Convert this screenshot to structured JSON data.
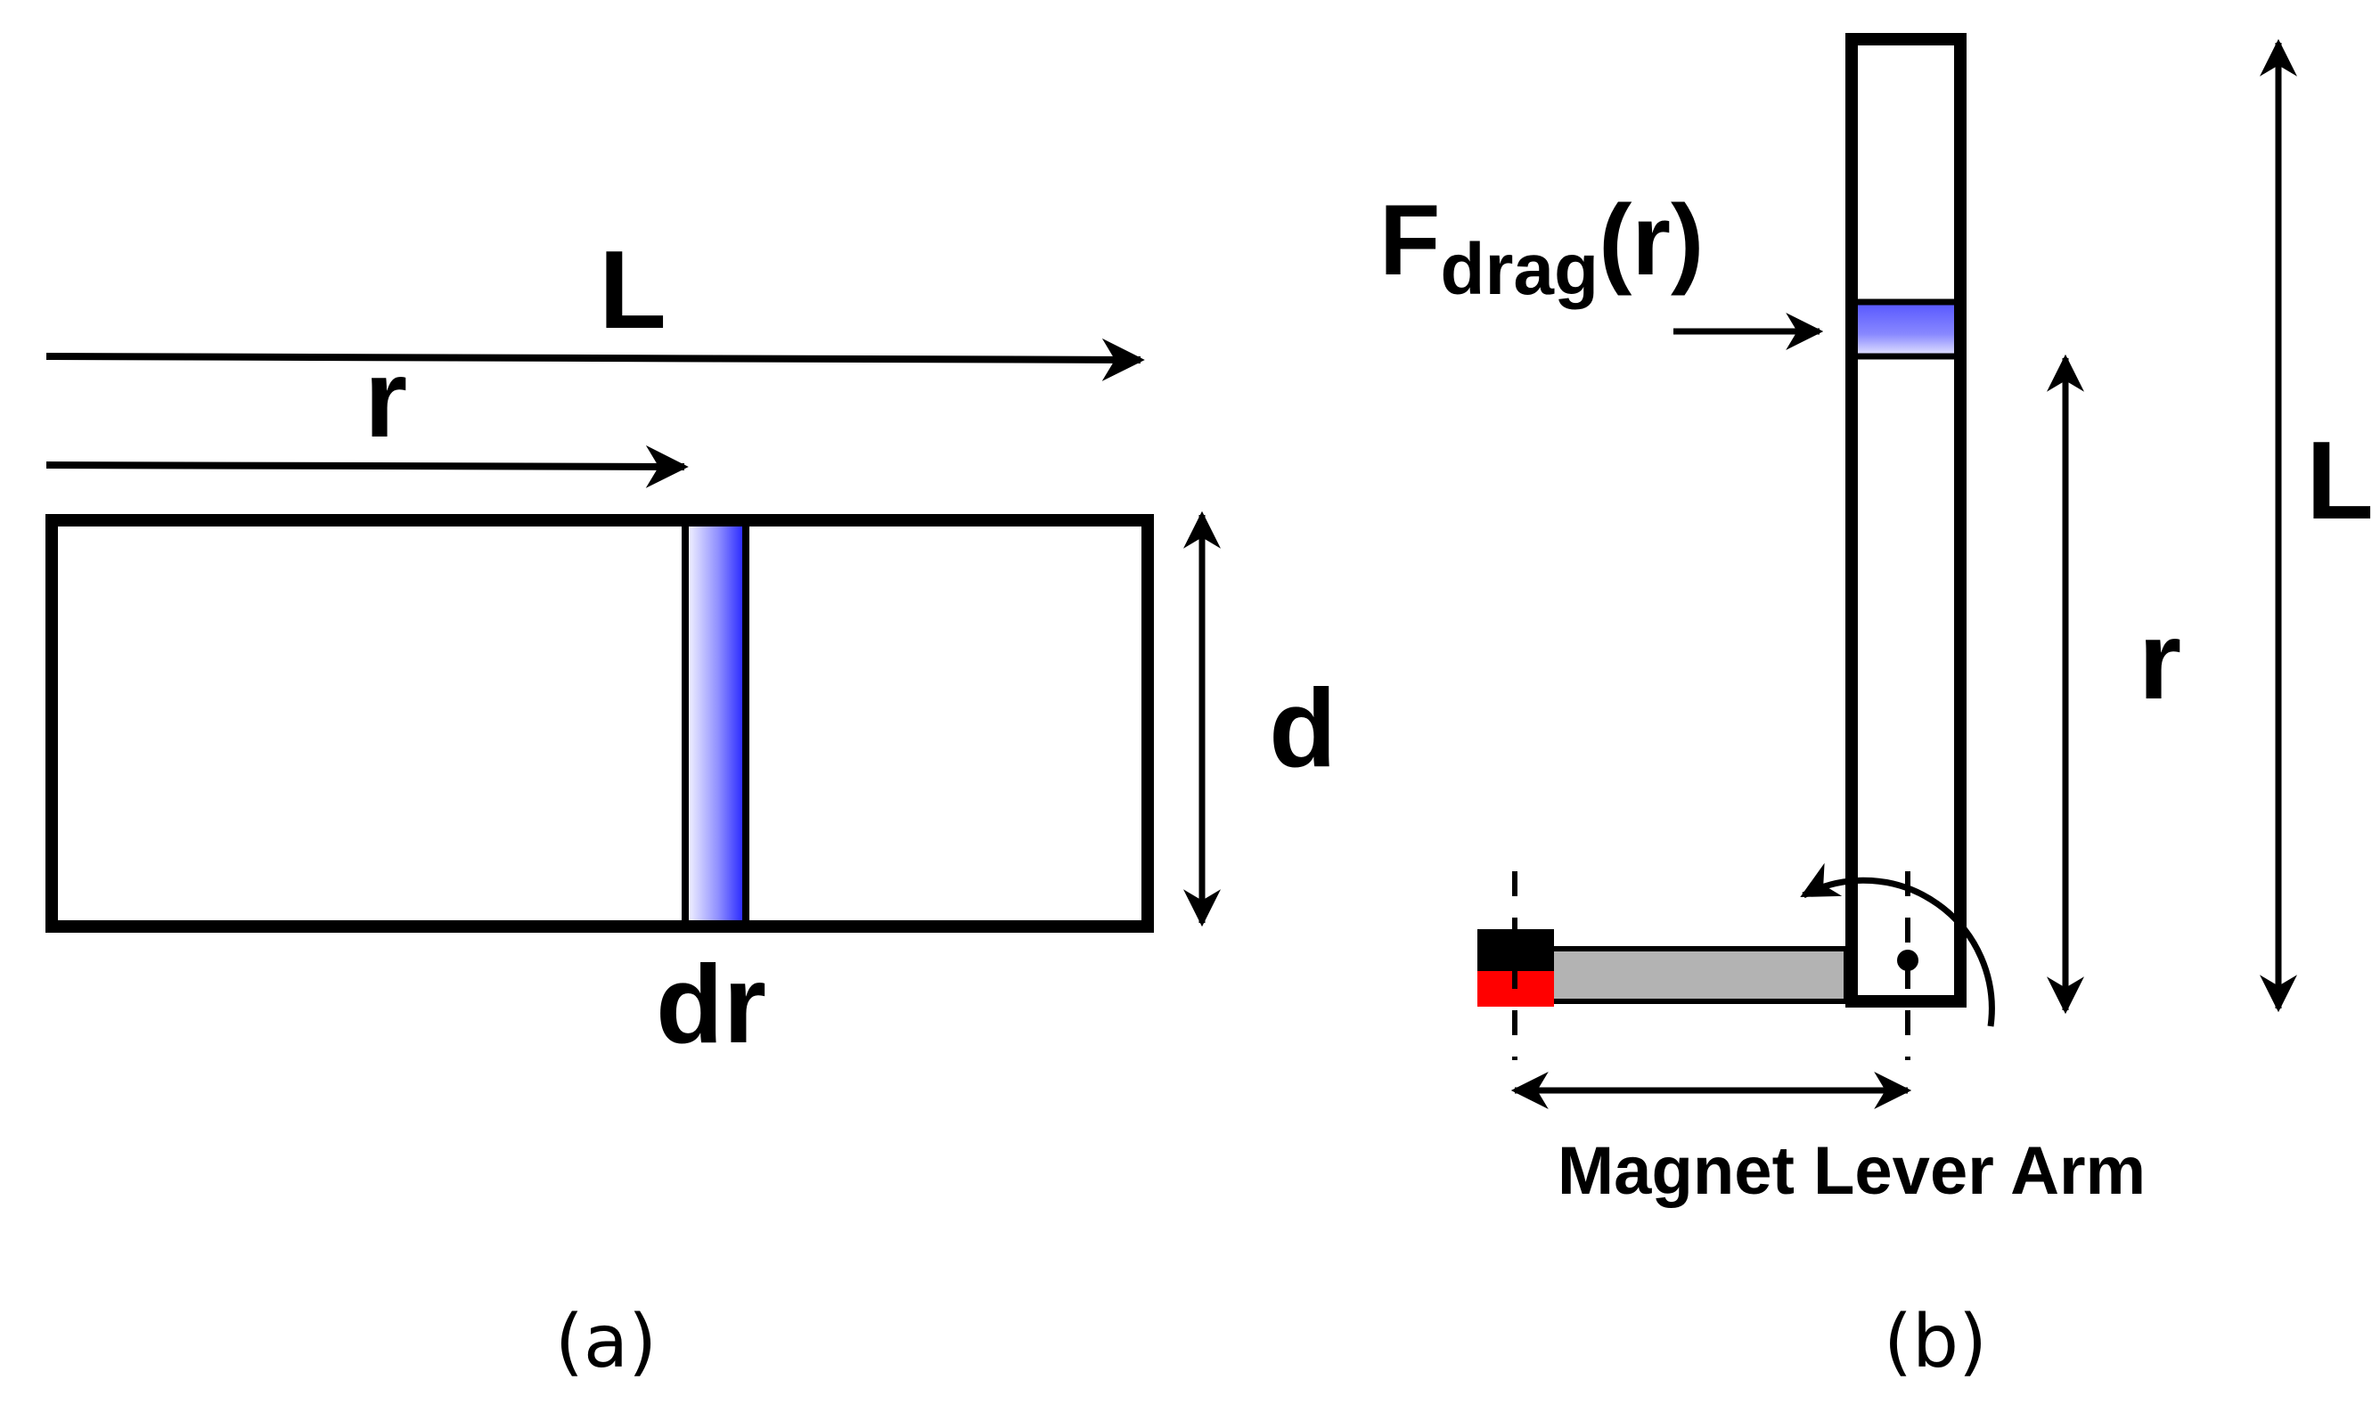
{
  "panel_a": {
    "label_L": "L",
    "label_r": "r",
    "label_d": "d",
    "label_dr": "dr",
    "caption": "(a)"
  },
  "panel_b": {
    "label_F": "F",
    "label_F_sub": "drag",
    "label_F_arg": "(r)",
    "label_r": "r",
    "label_L": "L",
    "label_lever": "Magnet Lever Arm",
    "caption": "(b)"
  },
  "colors": {
    "strip_blue": "#3b3bff",
    "strip_light": "#e6e6ff",
    "magnet_black": "#000000",
    "magnet_red": "#ff0000",
    "lever_gray": "#b3b3b3",
    "stroke": "#000000"
  }
}
